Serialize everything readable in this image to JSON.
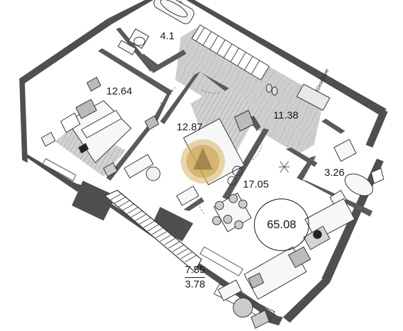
{
  "rooms": {
    "bathroom_top": "4.1",
    "bedroom": "12.64",
    "bedroom2": "12.87",
    "hall": "11.38",
    "bathroom_right": "3.26",
    "living_kitchen": "17.05"
  },
  "total_area": "65.08",
  "balcony": {
    "area": "7.55",
    "reduced_area": "3.78"
  },
  "closet_label": "Шкафние",
  "colors": {
    "wall": "#4d4d4d",
    "floor_hatch": "#bdbdbd",
    "furniture_fill": "#f7f7f7",
    "logo": "#c9a24a"
  }
}
